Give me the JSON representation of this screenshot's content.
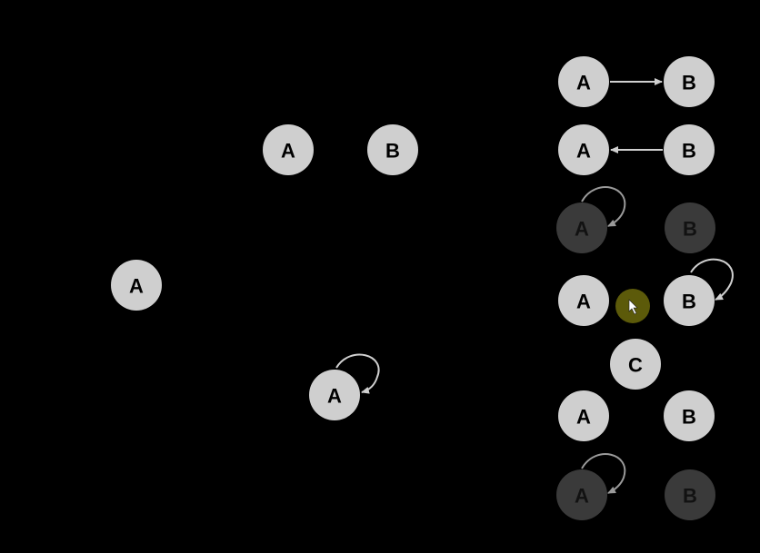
{
  "colors": {
    "background": "#000000",
    "node": "#cfcfcf",
    "node_dim": "#3a3a3a",
    "edge": "#d0d0d0",
    "cursor_highlight": "#5c5a0a"
  },
  "canvas": {
    "nodes": [
      {
        "label": "A"
      },
      {
        "label": "B"
      },
      {
        "label": "A"
      },
      {
        "label": "A"
      }
    ],
    "self_loop_icon": "curved-arrow-icon"
  },
  "panel": {
    "rows": [
      {
        "a": "A",
        "b": "B",
        "relation": "A-to-B",
        "dim": false
      },
      {
        "a": "A",
        "b": "B",
        "relation": "B-to-A",
        "dim": false
      },
      {
        "a": "A",
        "b": "B",
        "relation": "A-self-loop",
        "dim": true
      },
      {
        "a": "A",
        "b": "B",
        "relation": "B-self-loop",
        "dim": false
      },
      {
        "a": "A",
        "b": "B",
        "c": "C",
        "relation": "none",
        "dim": false
      },
      {
        "a": "A",
        "b": "B",
        "relation": "A-self-loop",
        "dim": true
      }
    ]
  },
  "cursor": {
    "icon": "mouse-pointer-icon"
  }
}
